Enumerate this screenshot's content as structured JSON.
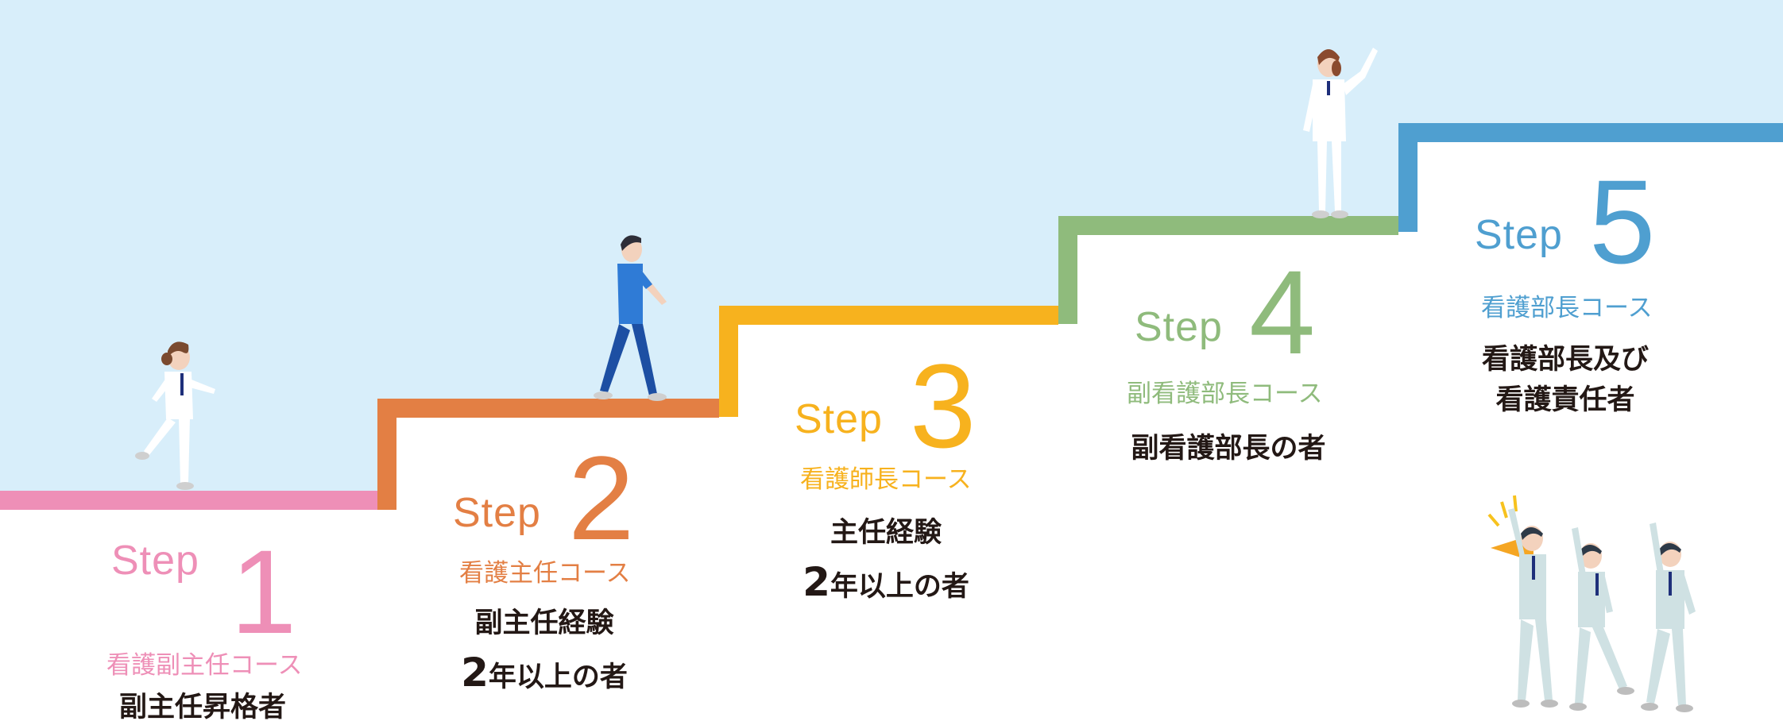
{
  "colors": {
    "sky": "#d8eefa",
    "step1": "#ee8fb7",
    "step2": "#e37f44",
    "step3": "#f7b21e",
    "step4": "#8fbb7c",
    "step5": "#4f9fd0",
    "text": "#231815"
  },
  "steps": [
    {
      "word": "Step",
      "number": "1",
      "course": "看護副主任コース",
      "requirement_line1": "副主任昇格者",
      "requirement_line2": ""
    },
    {
      "word": "Step",
      "number": "2",
      "course": "看護主任コース",
      "requirement_line1": "副主任経験",
      "requirement_num": "2",
      "requirement_line2": "年以上の者"
    },
    {
      "word": "Step",
      "number": "3",
      "course": "看護師長コース",
      "requirement_line1": "主任経験",
      "requirement_num": "2",
      "requirement_line2": "年以上の者"
    },
    {
      "word": "Step",
      "number": "4",
      "course": "副看護部長コース",
      "requirement_line1": "副看護部長の者",
      "requirement_line2": ""
    },
    {
      "word": "Step",
      "number": "5",
      "course": "看護部長コース",
      "requirement_line1": "看護部長及び",
      "requirement_line2": "看護責任者"
    }
  ],
  "icons": [
    "nurse-walking-icon",
    "nurse-man-walking-icon",
    "nurse-waving-icon",
    "cheering-team-icon",
    "megaphone-icon"
  ]
}
